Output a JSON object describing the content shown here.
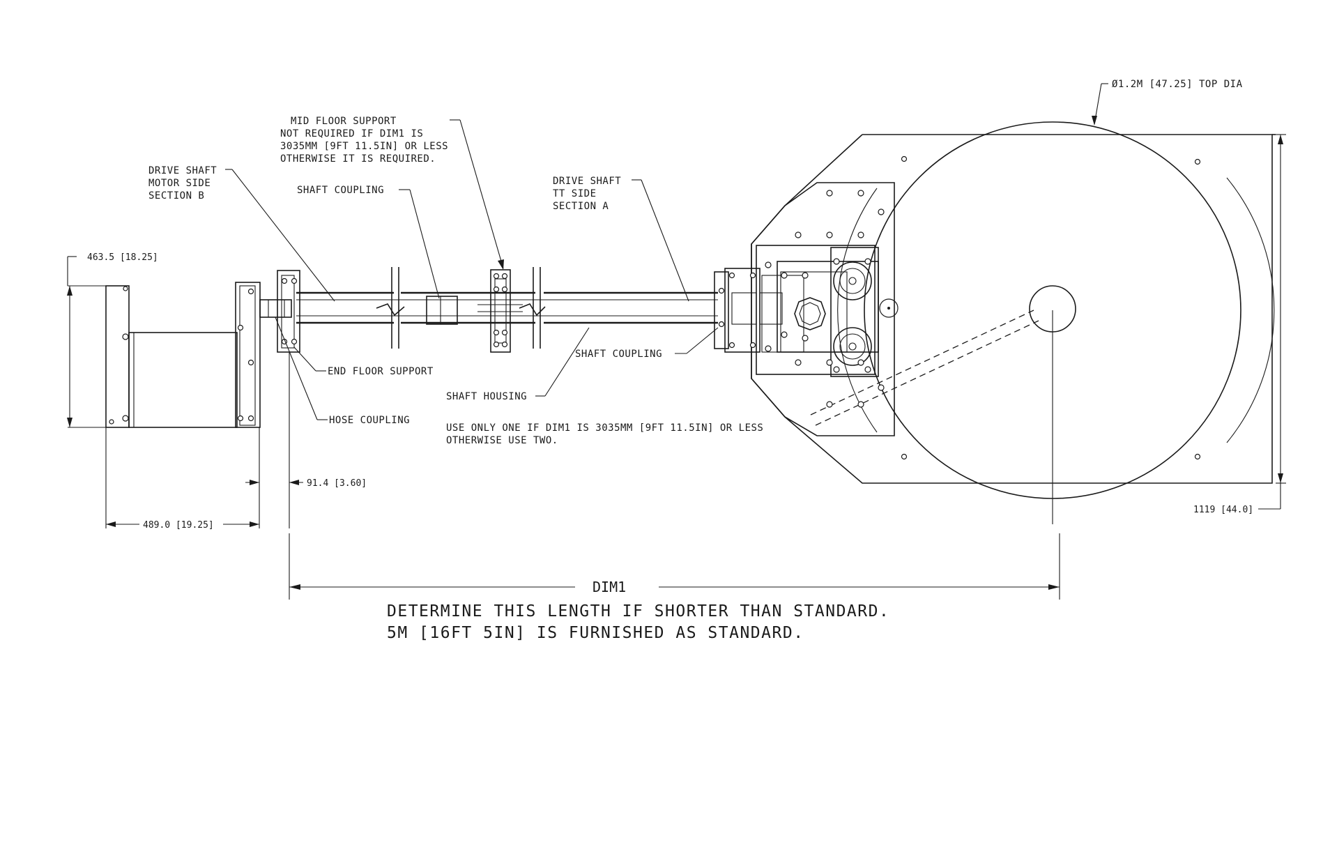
{
  "labels": {
    "top_dia": "Ø1.2M [47.25] TOP DIA",
    "mid_support": [
      "MID FLOOR SUPPORT",
      "NOT REQUIRED IF DIM1 IS",
      "3035MM [9FT 11.5IN] OR LESS",
      "OTHERWISE IT IS REQUIRED."
    ],
    "drive_shaft_b": [
      "DRIVE SHAFT",
      "MOTOR SIDE",
      "SECTION B"
    ],
    "shaft_coupling_top": "SHAFT COUPLING",
    "drive_shaft_a": [
      "DRIVE SHAFT",
      "TT SIDE",
      "SECTION A"
    ],
    "shaft_coupling_right": "SHAFT COUPLING",
    "end_floor_support": "END FLOOR SUPPORT",
    "shaft_housing": "SHAFT HOUSING",
    "hose_coupling": "HOSE COUPLING",
    "use_only": [
      "USE ONLY ONE IF DIM1 IS 3035MM [9FT 11.5IN] OR LESS",
      "OTHERWISE USE TWO."
    ]
  },
  "dimensions": {
    "height_left": "463.5 [18.25]",
    "motor_width": "489.0 [19.25]",
    "offset": "91.4 [3.60]",
    "height_right": "1119 [44.0]",
    "dim1": "DIM1"
  },
  "notes": [
    "DETERMINE THIS LENGTH IF SHORTER THAN STANDARD.",
    "5M [16FT 5IN] IS FURNISHED AS STANDARD."
  ]
}
